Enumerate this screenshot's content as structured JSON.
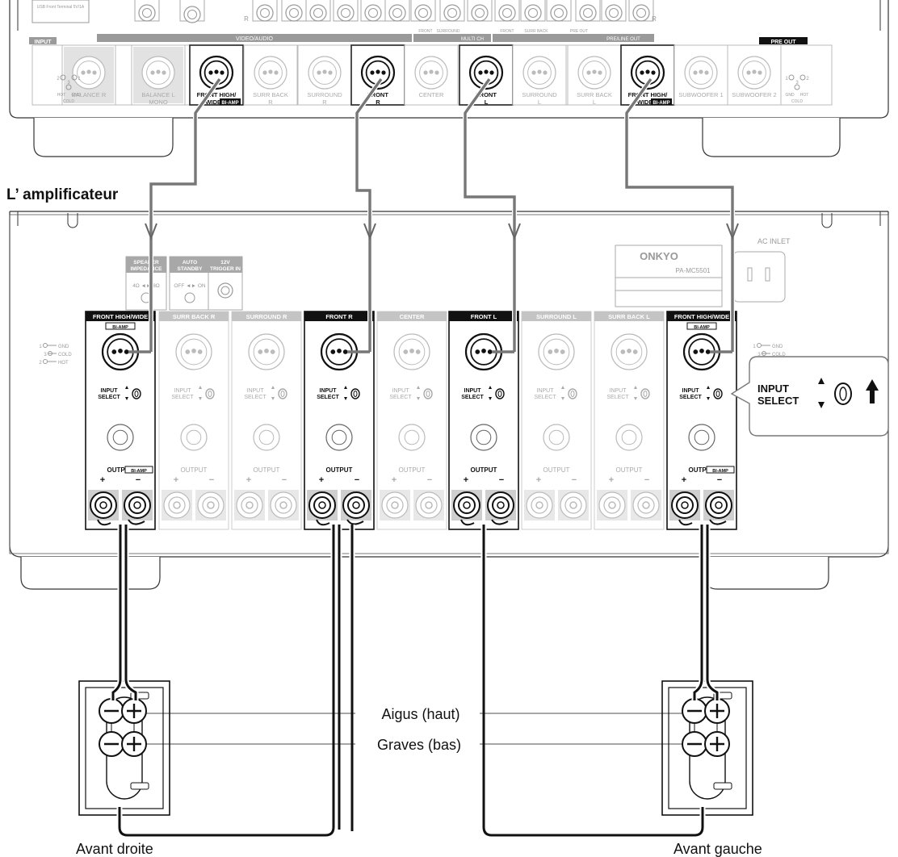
{
  "preamp": {
    "input_tag": "INPUT",
    "pre_out_tag": "PRE OUT",
    "usb_label": "USB Front Terminal 5V/1A",
    "video_audio": "VIDEO/AUDIO",
    "multi_ch": "MULTI CH",
    "pre_out_group": "PRE OUT",
    "pre_line_out": "PRE/LINE OUT",
    "r_mark": "R",
    "front_small": "FRONT",
    "surround_small": "SURROUND",
    "surround_back_small": "SURR BACK",
    "jacks": [
      {
        "top": "BALANCE R",
        "bottom": "",
        "active": false
      },
      {
        "top": "BALANCE L",
        "bottom": "MONO",
        "active": false
      },
      {
        "top": "FRONT HIGH/",
        "bottom": "WIDE R",
        "badge": "BI-AMP",
        "active": true
      },
      {
        "top": "SURR BACK",
        "bottom": "R",
        "active": false
      },
      {
        "top": "SURROUND",
        "bottom": "R",
        "active": false
      },
      {
        "top": "FRONT",
        "bottom": "R",
        "active": true
      },
      {
        "top": "CENTER",
        "bottom": "",
        "active": false
      },
      {
        "top": "FRONT",
        "bottom": "L",
        "active": true
      },
      {
        "top": "SURROUND",
        "bottom": "L",
        "active": false
      },
      {
        "top": "SURR BACK",
        "bottom": "L",
        "active": false
      },
      {
        "top": "FRONT HIGH/",
        "bottom": "WIDE L",
        "badge": "BI-AMP",
        "active": true
      },
      {
        "top": "SUBWOOFER 1",
        "bottom": "",
        "active": false
      },
      {
        "top": "SUBWOOFER 2",
        "bottom": "",
        "active": false
      }
    ],
    "pin_left": {
      "one": "1",
      "two": "2",
      "three": "3",
      "hot": "HOT",
      "gnd": "GND",
      "cold": "COLD"
    },
    "pin_right": {
      "one": "1",
      "two": "2",
      "three": "3",
      "hot": "HOT",
      "gnd": "GND",
      "cold": "COLD"
    }
  },
  "amp": {
    "heading": "L’ amplificateur",
    "brand": "ONKYO",
    "model": "PA-MC5501",
    "ac_inlet": "AC INLET",
    "speaker_impedance": "SPEAKER IMPEDANCE",
    "impedance_values": "4Ω ◄► 8Ω",
    "auto_standby": "AUTO STANDBY",
    "standby_values": "OFF ◄► ON",
    "trigger": "12V TRIGGER IN",
    "pin_left": [
      "1",
      "GND",
      "3",
      "COLD",
      "2",
      "HOT"
    ],
    "pin_right": [
      "1",
      "GND",
      "3",
      "COLD"
    ],
    "channels": [
      {
        "name": "FRONT HIGH/WIDE",
        "active": true,
        "biamp": true
      },
      {
        "name": "SURR BACK R",
        "active": false,
        "biamp": false
      },
      {
        "name": "SURROUND R",
        "active": false,
        "biamp": false
      },
      {
        "name": "FRONT R",
        "active": true,
        "biamp": false
      },
      {
        "name": "CENTER",
        "active": false,
        "biamp": false
      },
      {
        "name": "FRONT L",
        "active": true,
        "biamp": false
      },
      {
        "name": "SURROUND L",
        "active": false,
        "biamp": false
      },
      {
        "name": "SURR BACK L",
        "active": false,
        "biamp": false
      },
      {
        "name": "FRONT HIGH/WIDE",
        "active": true,
        "biamp": true
      }
    ],
    "biamp_badge": "BI-AMP",
    "input_select": "INPUT",
    "select_word": "SELECT",
    "output": "OUTPUT",
    "plus": "+",
    "minus": "−",
    "callout_input": "INPUT",
    "callout_select": "SELECT"
  },
  "speakers": {
    "right_caption": "Avant droite",
    "left_caption": "Avant gauche",
    "tweeter": "Aigus (haut)",
    "woofer": "Graves (bas)"
  }
}
